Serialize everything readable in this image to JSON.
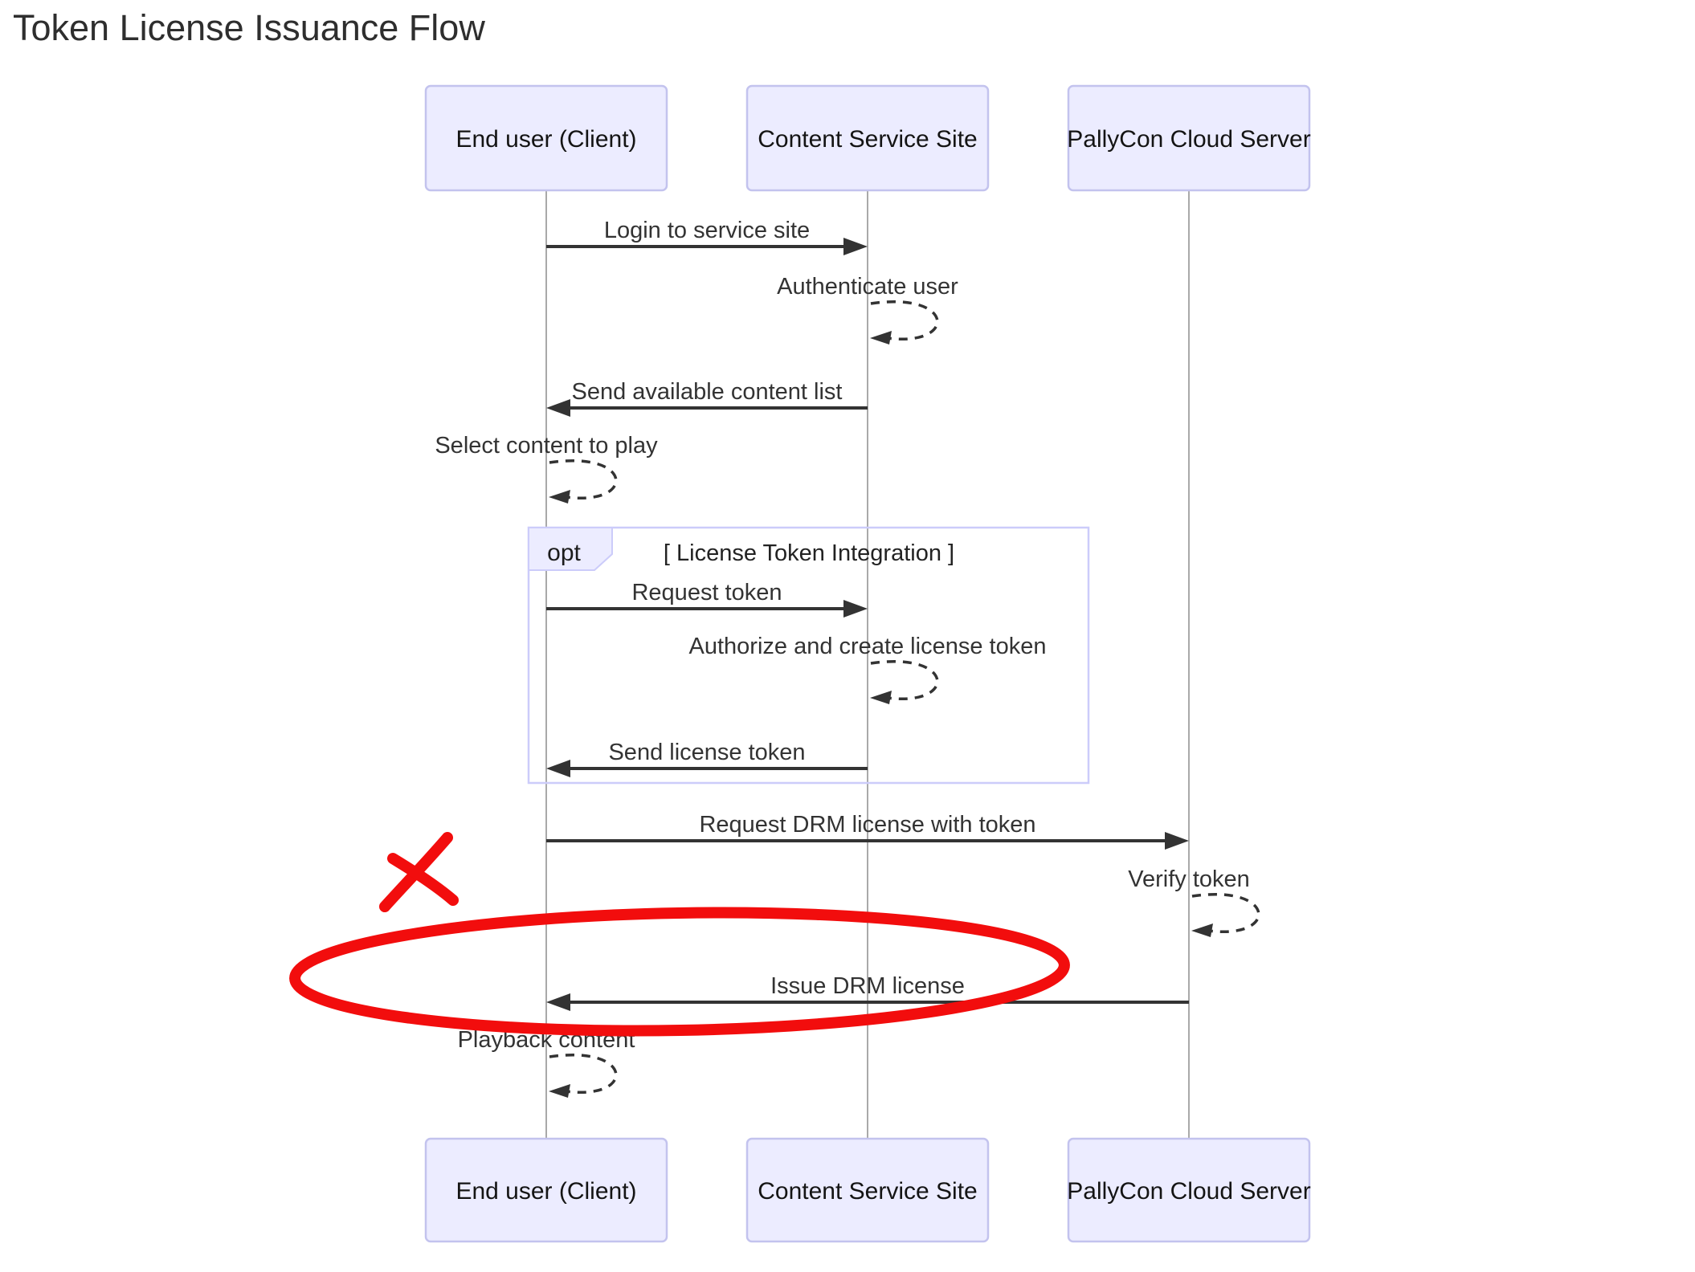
{
  "title": "Token License Issuance Flow",
  "diagram": {
    "type": "sequence",
    "actors": [
      {
        "id": "end-user",
        "label": "End user (Client)"
      },
      {
        "id": "content-service",
        "label": "Content Service Site"
      },
      {
        "id": "pallycon",
        "label": "PallyCon Cloud Server"
      }
    ],
    "messages": [
      {
        "from": "end-user",
        "to": "content-service",
        "label": "Login to service site",
        "style": "solid"
      },
      {
        "actor": "content-service",
        "label": "Authenticate user",
        "style": "self-dashed"
      },
      {
        "from": "content-service",
        "to": "end-user",
        "label": "Send available content list",
        "style": "solid"
      },
      {
        "actor": "end-user",
        "label": "Select content to play",
        "style": "self-dashed"
      },
      {
        "from": "end-user",
        "to": "content-service",
        "label": "Request token",
        "style": "solid",
        "group": "opt"
      },
      {
        "actor": "content-service",
        "label": "Authorize and create license token",
        "style": "self-dashed",
        "group": "opt"
      },
      {
        "from": "content-service",
        "to": "end-user",
        "label": "Send license token",
        "style": "solid",
        "group": "opt"
      },
      {
        "from": "end-user",
        "to": "pallycon",
        "label": "Request DRM license with token",
        "style": "solid"
      },
      {
        "actor": "pallycon",
        "label": "Verify token",
        "style": "self-dashed"
      },
      {
        "from": "pallycon",
        "to": "end-user",
        "label": "Issue DRM license",
        "style": "solid",
        "annotation": "circled-red"
      },
      {
        "actor": "end-user",
        "label": "Playback content",
        "style": "self-dashed"
      }
    ],
    "opt": {
      "keyword": "opt",
      "condition": "[ License Token Integration ]"
    },
    "annotations": [
      {
        "type": "x-mark",
        "color": "#f20d0d"
      },
      {
        "type": "ellipse",
        "color": "#f20d0d",
        "around": "Issue DRM license"
      }
    ],
    "colors": {
      "actor_fill": "#ECECFF",
      "actor_border": "#c3c3ee",
      "opt_border": "#ccccfa",
      "message_line": "#333333",
      "lifeline": "#a9a9a9",
      "annotation_red": "#f20d0d",
      "background": "#ffffff"
    }
  }
}
